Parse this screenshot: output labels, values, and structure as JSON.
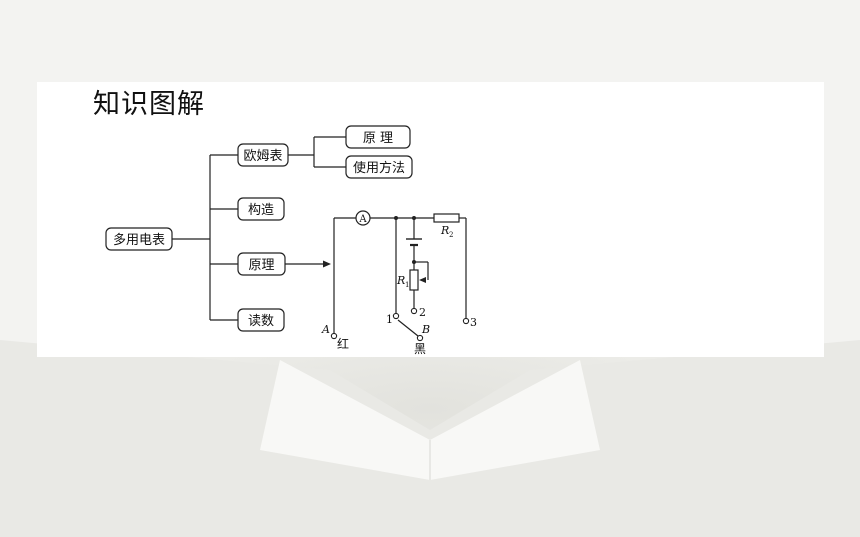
{
  "title": "知识图解",
  "tree": {
    "root": "多用电表",
    "children": [
      "欧姆表",
      "构造",
      "原理",
      "读数"
    ],
    "ohm_children": [
      "原 理",
      "使用方法"
    ]
  },
  "circuit": {
    "ammeter": "A",
    "r2": "R",
    "r2_sub": "2",
    "r1": "R",
    "r1_sub": "1",
    "terminal_a": "A",
    "terminal_b": "B",
    "red": "红",
    "black": "黑",
    "t1": "1",
    "t2": "2",
    "t3": "3"
  }
}
